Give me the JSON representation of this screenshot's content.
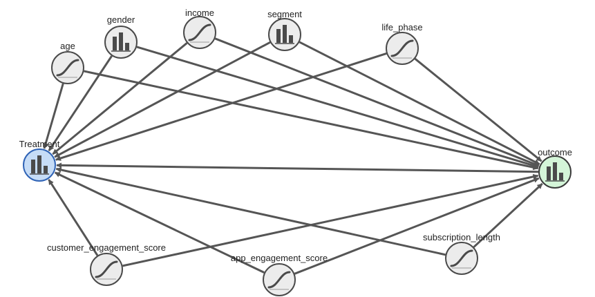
{
  "nodes": [
    {
      "id": "treatment",
      "label": "Treatment",
      "icon": "bar-chart-icon",
      "fill": "#c6dcf6",
      "stroke": "#2f63b6",
      "label_color": "#2f63b6"
    },
    {
      "id": "outcome",
      "label": "outcome",
      "icon": "bar-chart-icon",
      "fill": "#d4f5d8",
      "stroke": "#3a3a3a",
      "label_color": "#2f6b3c"
    },
    {
      "id": "age",
      "label": "age",
      "icon": "s-curve-icon",
      "fill": "#ececec",
      "stroke": "#4a4a4a"
    },
    {
      "id": "gender",
      "label": "gender",
      "icon": "bar-chart-icon",
      "fill": "#ececec",
      "stroke": "#4a4a4a"
    },
    {
      "id": "income",
      "label": "income",
      "icon": "s-curve-icon",
      "fill": "#ececec",
      "stroke": "#4a4a4a"
    },
    {
      "id": "segment",
      "label": "segment",
      "icon": "bar-chart-icon",
      "fill": "#ececec",
      "stroke": "#4a4a4a"
    },
    {
      "id": "life_phase",
      "label": "life_phase",
      "icon": "s-curve-icon",
      "fill": "#ececec",
      "stroke": "#4a4a4a"
    },
    {
      "id": "customer_engagement_score",
      "label": "customer_engagement_score",
      "icon": "s-curve-icon",
      "fill": "#ececec",
      "stroke": "#4a4a4a"
    },
    {
      "id": "app_engagement_score",
      "label": "app_engagement_score",
      "icon": "s-curve-icon",
      "fill": "#ececec",
      "stroke": "#4a4a4a"
    },
    {
      "id": "subscription_length",
      "label": "subscription_length",
      "icon": "s-curve-icon",
      "fill": "#ececec",
      "stroke": "#4a4a4a"
    }
  ],
  "edges": [
    {
      "from": "age",
      "to": "treatment"
    },
    {
      "from": "age",
      "to": "outcome"
    },
    {
      "from": "gender",
      "to": "treatment"
    },
    {
      "from": "gender",
      "to": "outcome"
    },
    {
      "from": "income",
      "to": "treatment"
    },
    {
      "from": "income",
      "to": "outcome"
    },
    {
      "from": "segment",
      "to": "treatment"
    },
    {
      "from": "segment",
      "to": "outcome"
    },
    {
      "from": "life_phase",
      "to": "treatment"
    },
    {
      "from": "life_phase",
      "to": "outcome"
    },
    {
      "from": "customer_engagement_score",
      "to": "treatment"
    },
    {
      "from": "customer_engagement_score",
      "to": "outcome"
    },
    {
      "from": "app_engagement_score",
      "to": "treatment"
    },
    {
      "from": "app_engagement_score",
      "to": "outcome"
    },
    {
      "from": "subscription_length",
      "to": "treatment"
    },
    {
      "from": "subscription_length",
      "to": "outcome"
    },
    {
      "from": "outcome",
      "to": "treatment"
    }
  ],
  "edge_color": "#555555"
}
